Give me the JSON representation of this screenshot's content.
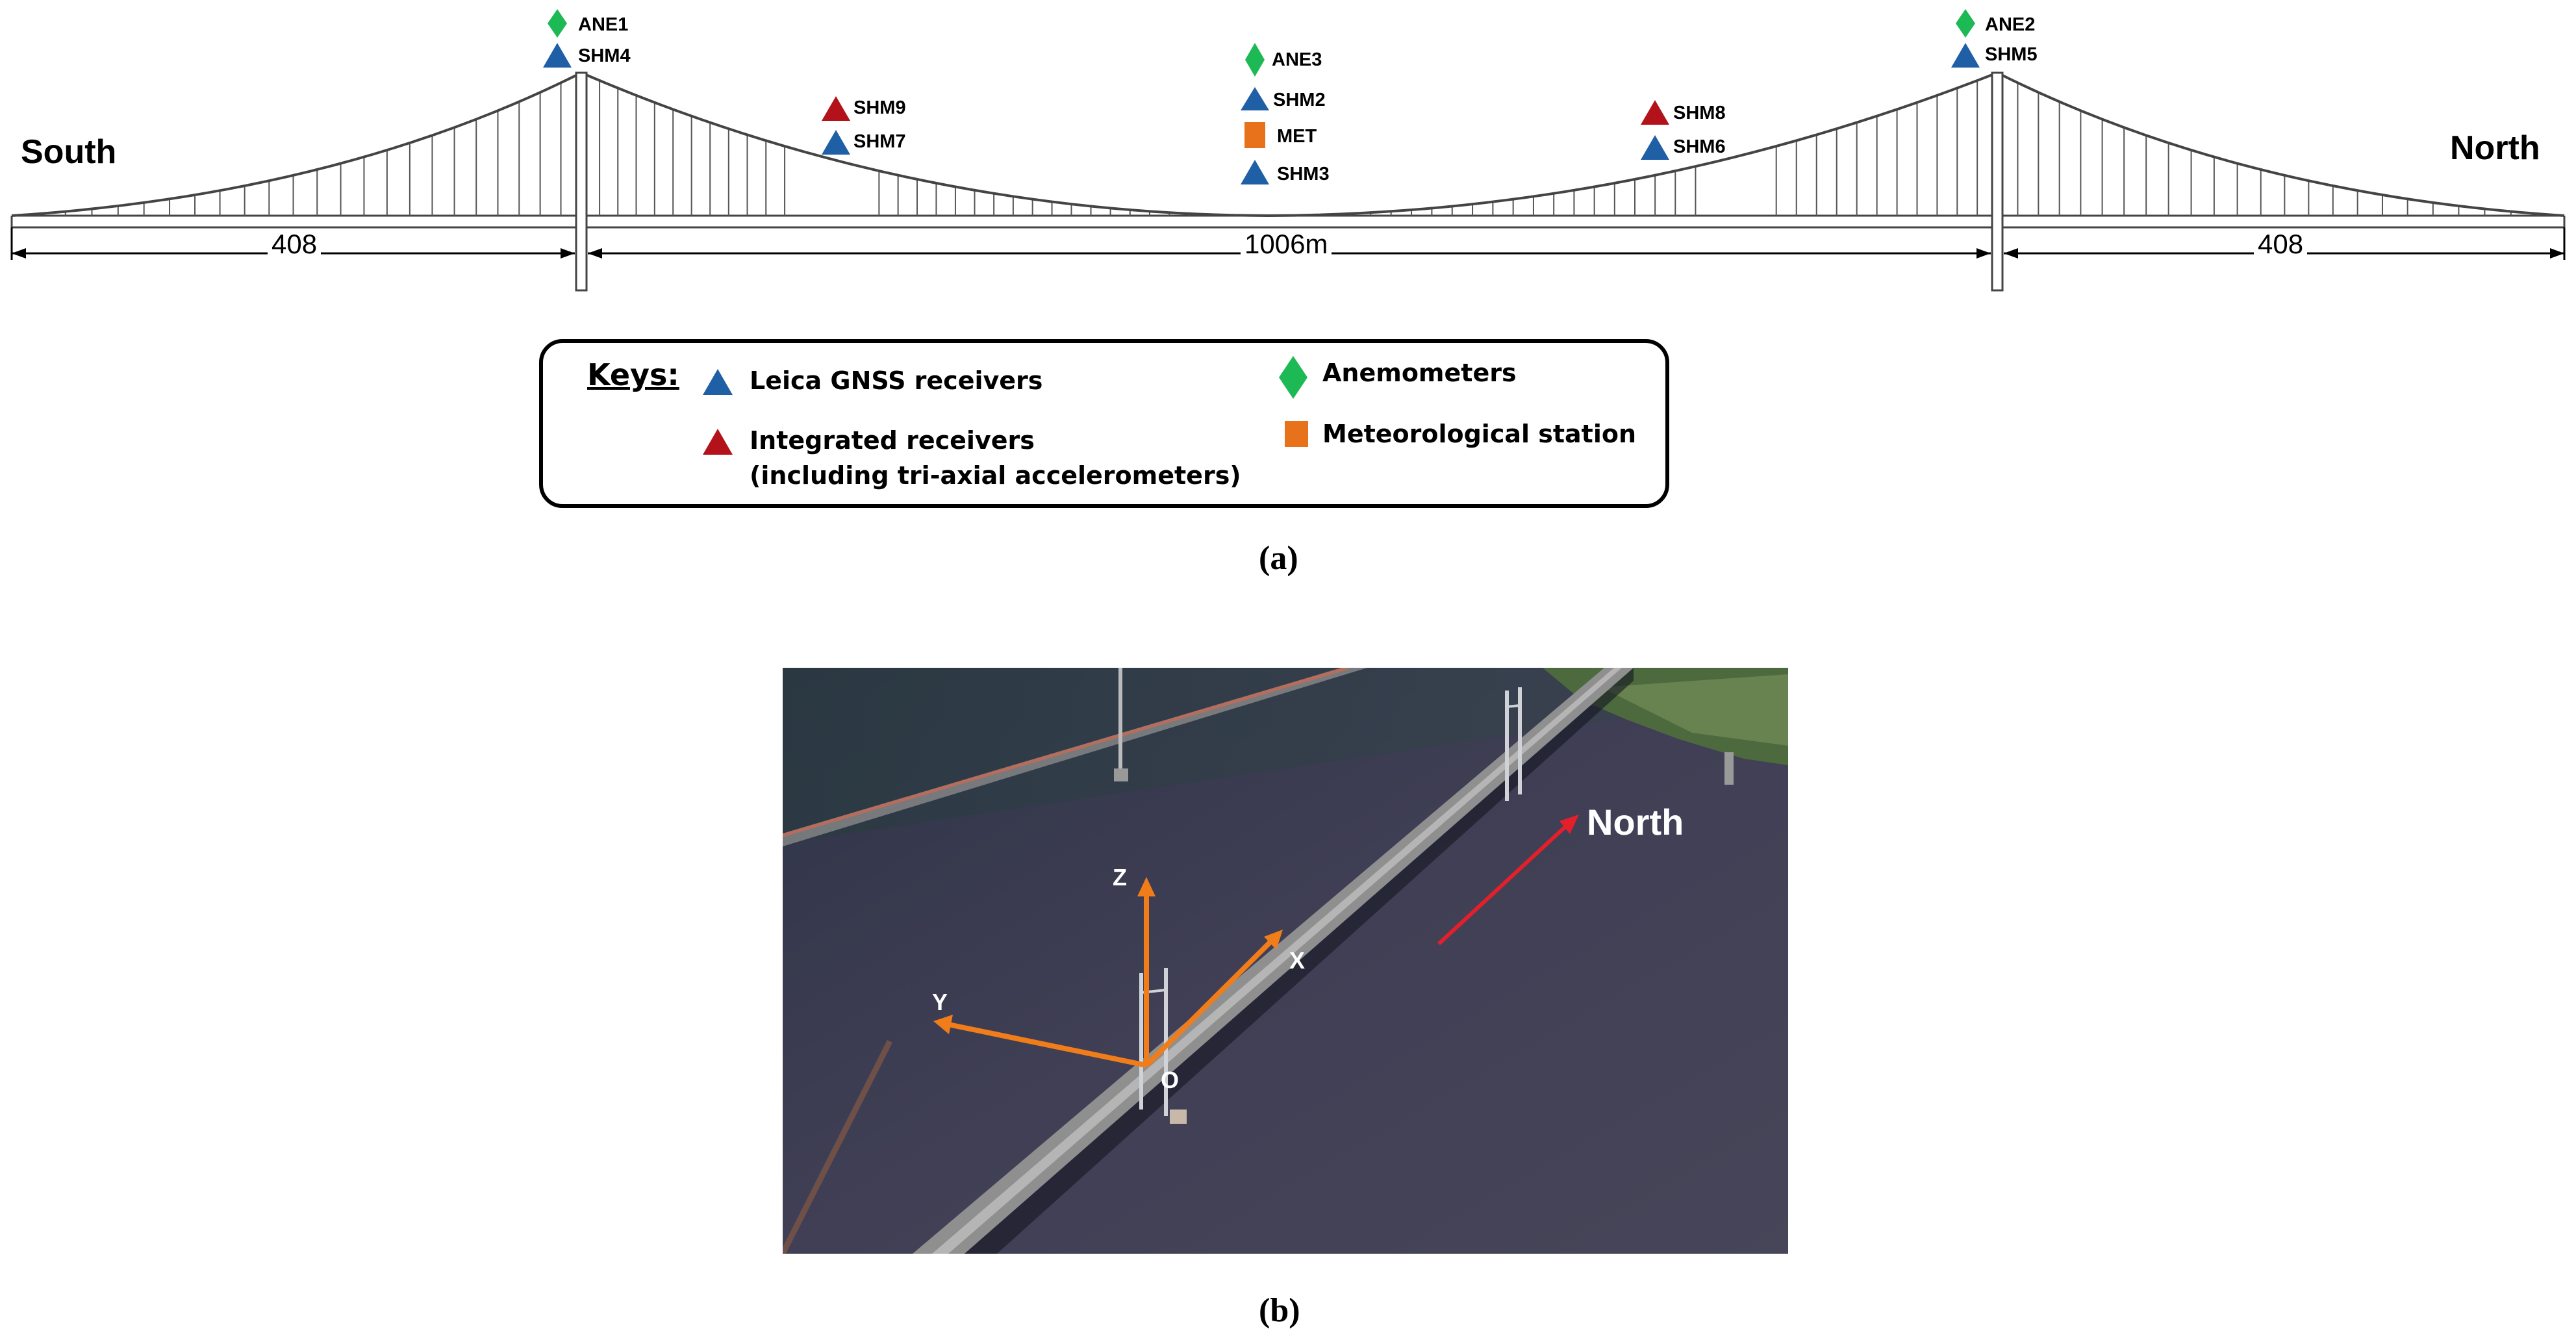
{
  "panel_a": {
    "side_labels": {
      "south": "South",
      "north": "North"
    },
    "span_labels": {
      "south_side": "408",
      "main": "1006m",
      "north_side": "408"
    },
    "sensors": {
      "ane1": "ANE1",
      "shm4": "SHM4",
      "shm9": "SHM9",
      "shm7": "SHM7",
      "ane3": "ANE3",
      "shm2": "SHM2",
      "met": "MET",
      "shm3": "SHM3",
      "shm8": "SHM8",
      "shm6": "SHM6",
      "ane2": "ANE2",
      "shm5": "SHM5"
    },
    "caption": "(a)"
  },
  "legend": {
    "title": "Keys:",
    "gnss": "Leica GNSS receivers",
    "integrated_line1": "Integrated receivers",
    "integrated_line2": "(including tri-axial accelerometers)",
    "anemometers": "Anemometers",
    "met_station": "Meteorological station"
  },
  "panel_b": {
    "axis_z": "Z",
    "axis_y": "Y",
    "axis_x": "X",
    "origin": "O",
    "north": "North",
    "caption": "(b)"
  },
  "colors": {
    "gnss_blue": "#1f5fa6",
    "integrated_red": "#b3121b",
    "anemometer_green": "#1db954",
    "met_orange": "#e8711c",
    "axis_orange": "#f07d1a",
    "north_arrow_red": "#e3202a"
  }
}
